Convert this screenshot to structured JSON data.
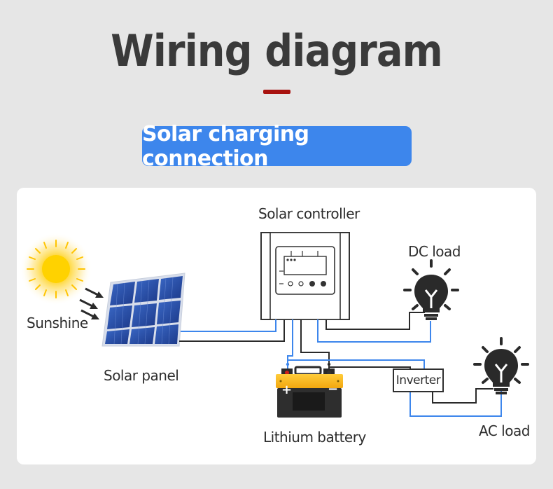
{
  "header": {
    "title": "Wiring diagram",
    "subtitle": "Solar charging connection"
  },
  "labels": {
    "sunshine": "Sunshine",
    "solar_panel": "Solar panel",
    "solar_controller": "Solar controller",
    "dc_load": "DC load",
    "inverter": "Inverter",
    "ac_load": "AC load",
    "lithium_battery": "Lithium battery"
  },
  "battery": {
    "plus_symbol": "+",
    "minus_symbol": "−"
  },
  "colors": {
    "accent_red": "#a8120f",
    "pill_blue": "#3d86ec",
    "wire_blue": "#3d86ec",
    "wire_black": "#2a2a2a",
    "panel_blue": "#2b4ea8",
    "battery_yellow": "#f7b91a",
    "sun_yellow": "#ffc800"
  },
  "icons": {
    "sun": "sun-icon",
    "panel": "solar-panel-icon",
    "controller": "solar-controller-icon",
    "dc_bulb": "light-bulb-icon",
    "ac_bulb": "light-bulb-icon",
    "battery": "battery-icon"
  }
}
